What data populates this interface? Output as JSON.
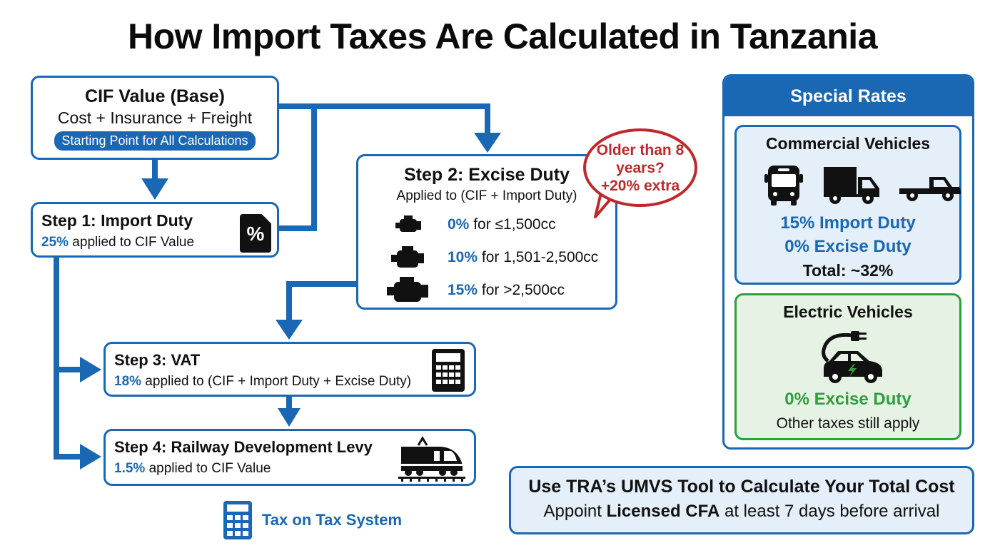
{
  "title": "How Import Taxes Are Calculated in Tanzania",
  "colors": {
    "primary_blue": "#1a67b3",
    "alert_red": "#c0282a",
    "ev_green": "#2e9e3e",
    "light_blue_bg": "#e4eff9",
    "light_green_bg": "#e6f3e4"
  },
  "cif": {
    "heading": "CIF Value (Base)",
    "subheading": "Cost + Insurance + Freight",
    "pill": "Starting Point for All Calculations"
  },
  "steps": [
    {
      "heading": "Step 1: Import Duty",
      "rate": "25%",
      "description": " applied to CIF Value",
      "icon": "percent-document-icon"
    },
    {
      "heading": "Step 2: Excise Duty",
      "subheading": "Applied to (CIF + Import Duty)",
      "tiers": [
        {
          "rate": "0%",
          "description": " for ≤1,500cc",
          "icon": "engine-small-icon"
        },
        {
          "rate": "10%",
          "description": " for 1,501-2,500cc",
          "icon": "engine-medium-icon"
        },
        {
          "rate": "15%",
          "description": " for >2,500cc",
          "icon": "engine-large-icon"
        }
      ]
    },
    {
      "heading": "Step 3: VAT",
      "rate": "18%",
      "description": " applied to (CIF + Import Duty + Excise Duty)",
      "icon": "calculator-icon"
    },
    {
      "heading": "Step 4: Railway Development Levy",
      "rate": "1.5%",
      "description": " applied to CIF Value",
      "icon": "train-icon"
    }
  ],
  "callout": {
    "line1": "Older than 8",
    "line2": "years?",
    "line3": "+20% extra"
  },
  "tax_on_tax": {
    "label": "Tax on Tax System",
    "icon": "calculator-icon"
  },
  "special_rates": {
    "heading": "Special Rates",
    "commercial": {
      "heading": "Commercial Vehicles",
      "icons": [
        "bus-icon",
        "truck-icon",
        "pickup-icon"
      ],
      "import_duty": "15% Import Duty",
      "excise_duty": "0% Excise Duty",
      "total": "Total: ~32%"
    },
    "electric": {
      "heading": "Electric Vehicles",
      "icon": "electric-car-icon",
      "excise_duty": "0% Excise Duty",
      "note": "Other taxes still apply"
    }
  },
  "footer_note": {
    "line1": "Use TRA’s UMVS Tool to Calculate Your Total Cost",
    "line2_prefix": "Appoint ",
    "line2_bold": "Licensed CFA",
    "line2_suffix": " at least 7 days before arrival"
  }
}
